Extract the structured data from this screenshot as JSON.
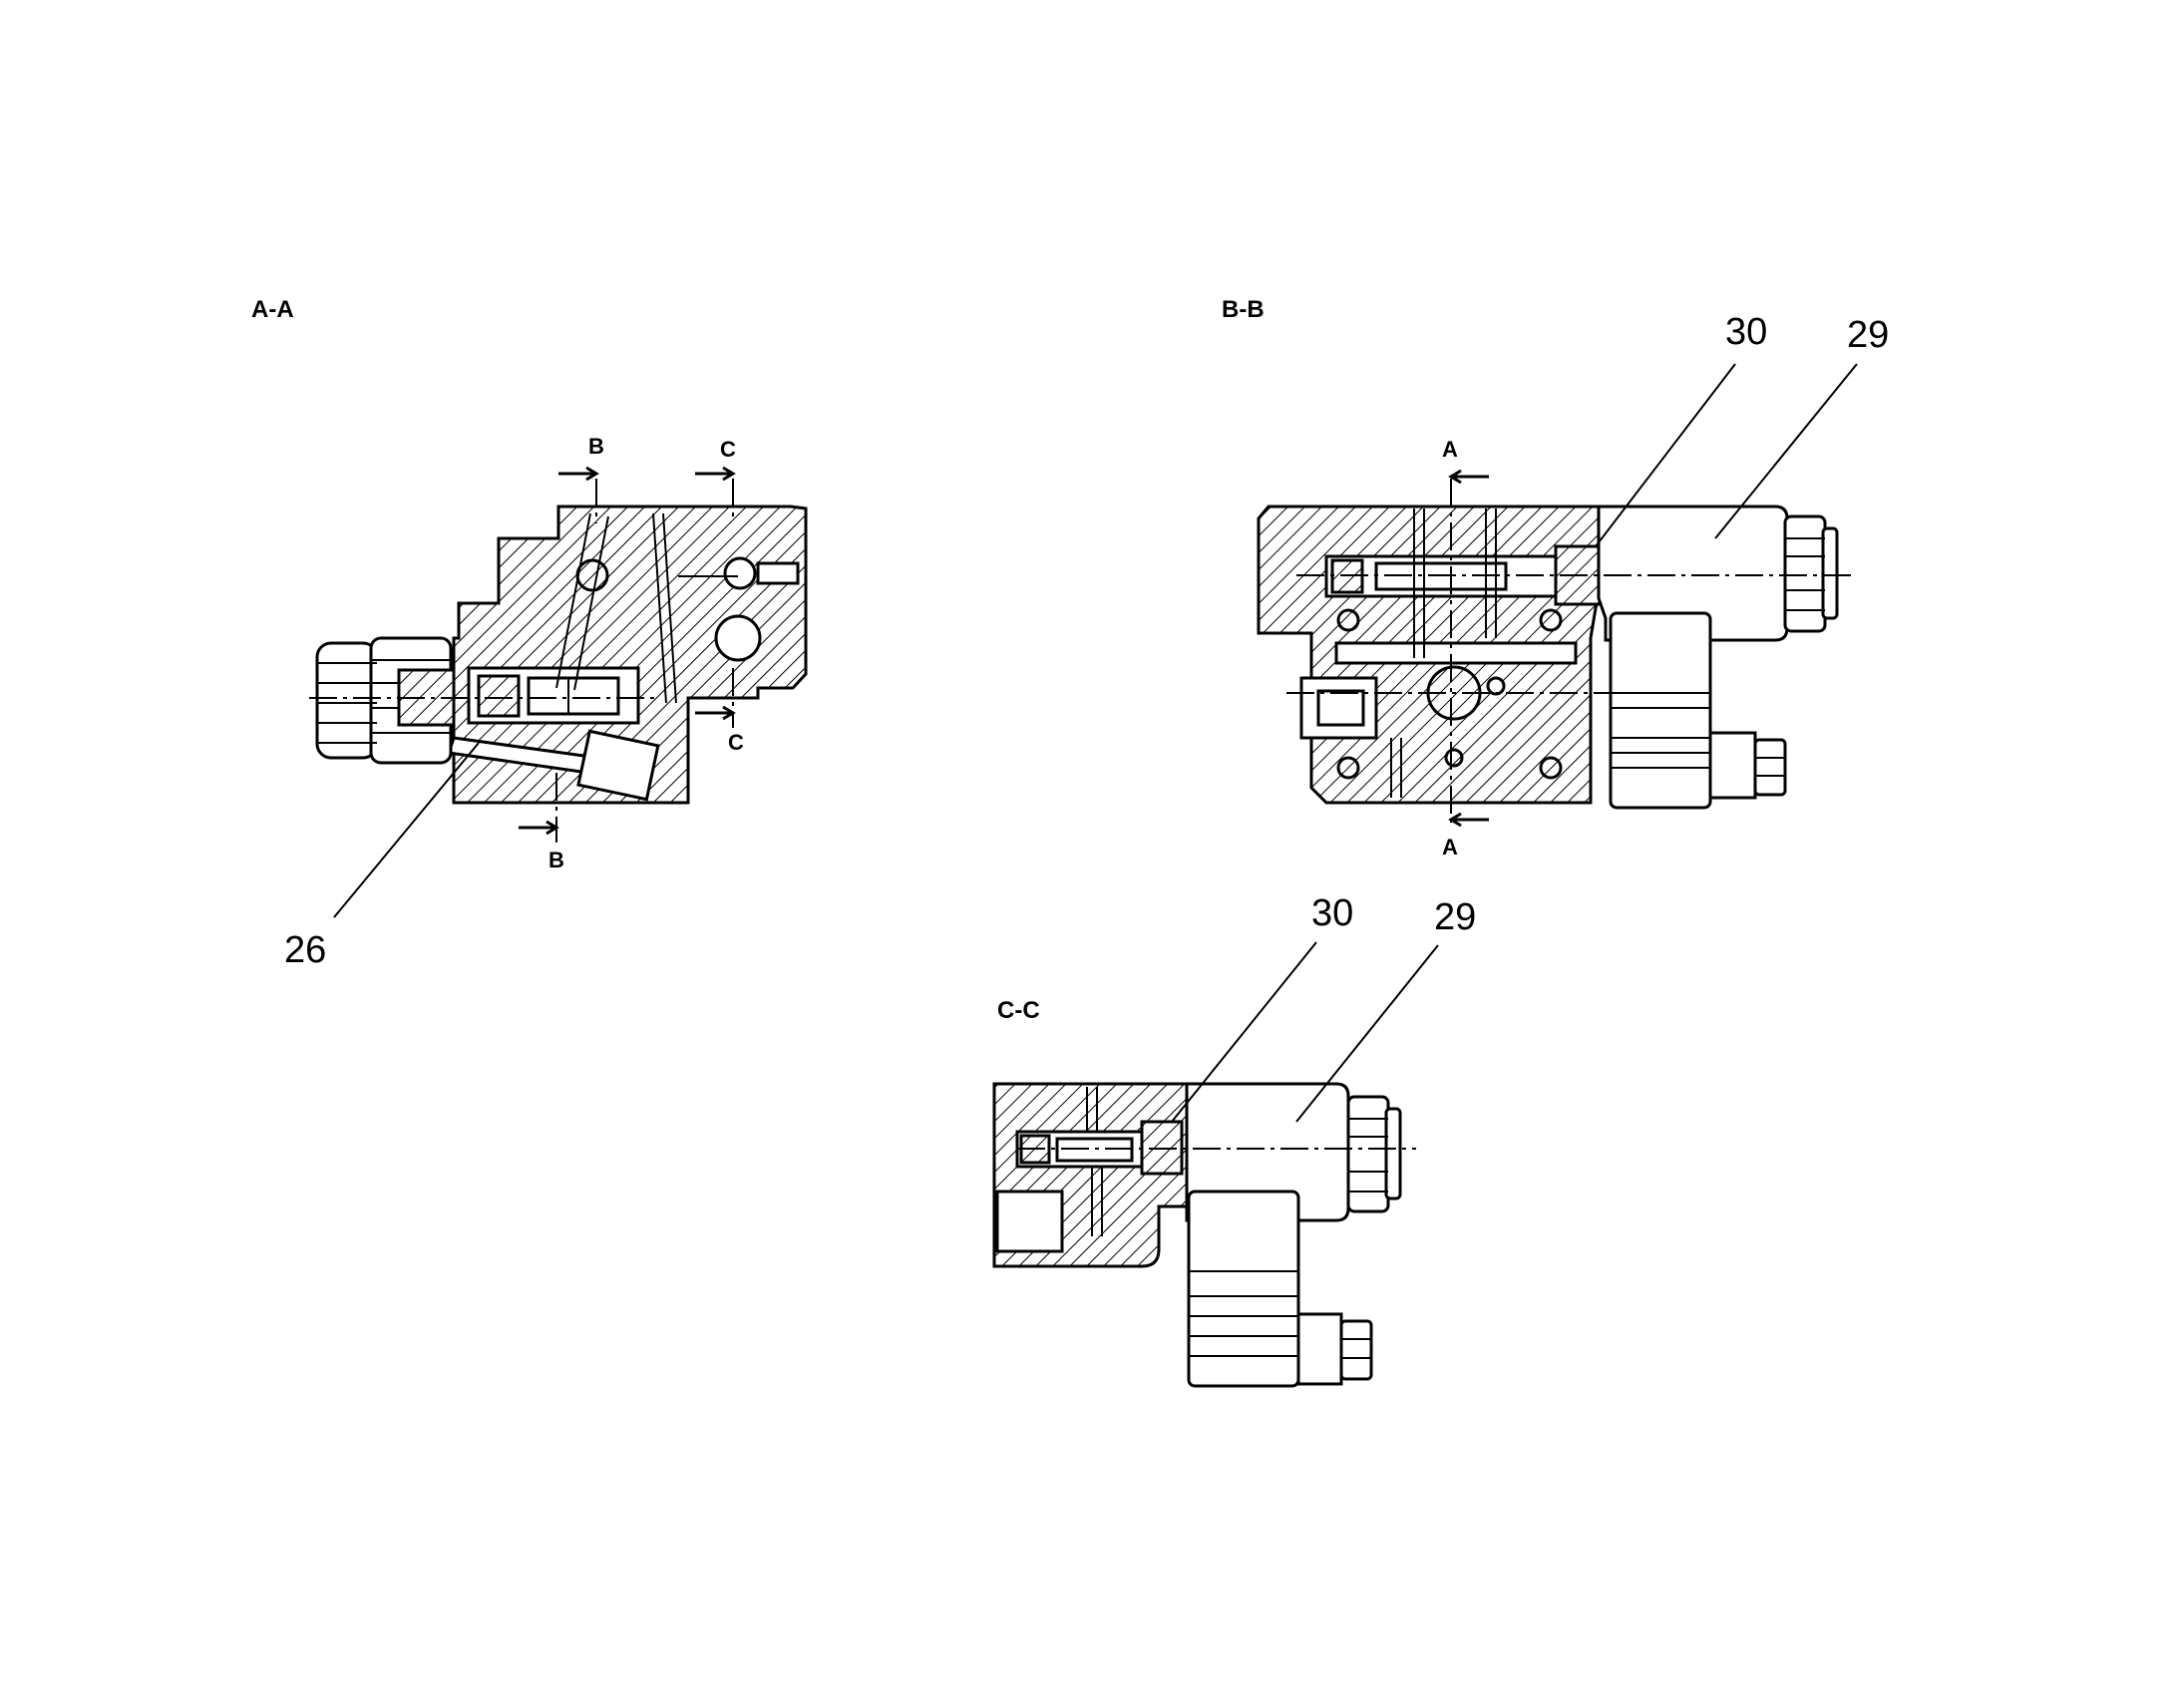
{
  "views": {
    "aa": {
      "title": "A-A",
      "cut_b_top": "B",
      "cut_b_bottom": "B",
      "cut_c_top": "C",
      "cut_c_bottom": "C",
      "callout_26": "26"
    },
    "bb": {
      "title": "B-B",
      "cut_a_top": "A",
      "cut_a_bottom": "A",
      "callout_30": "30",
      "callout_29": "29"
    },
    "cc": {
      "title": "C-C",
      "callout_30": "30",
      "callout_29": "29"
    }
  }
}
